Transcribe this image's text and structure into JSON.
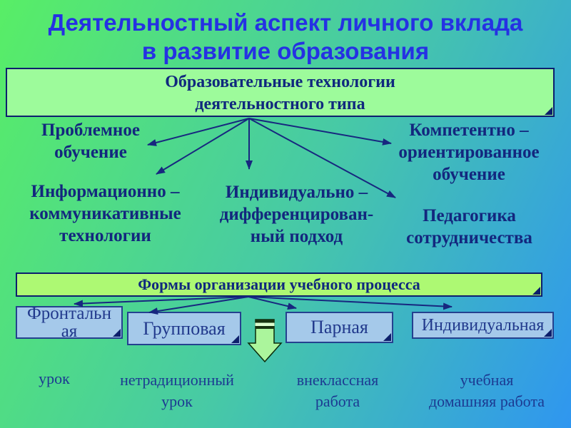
{
  "title": {
    "line1": "Деятельностный аспект личного вклада",
    "line2": "в развитие образования"
  },
  "tech_box": {
    "line1": "Образовательные технологии",
    "line2": "деятельностного типа"
  },
  "tech_items": [
    {
      "name": "problem-learning",
      "lines": [
        "Проблемное",
        "обучение"
      ]
    },
    {
      "name": "info-comm-tech",
      "lines": [
        "Информационно –",
        "коммуникативные",
        "технологии"
      ]
    },
    {
      "name": "individual-diff-approach",
      "lines": [
        "Индивидуально –",
        "дифференцирован-",
        "ный подход"
      ]
    },
    {
      "name": "competence-oriented",
      "lines": [
        "Компетентно –",
        "ориентированное",
        "обучение"
      ]
    },
    {
      "name": "pedagogy-cooperation",
      "lines": [
        "Педагогика",
        "сотрудничества"
      ]
    }
  ],
  "forms_bar": {
    "label": "Формы организации учебного процесса"
  },
  "form_boxes": [
    {
      "label": "Фронтальная"
    },
    {
      "label": "Групповая"
    },
    {
      "label": "Парная"
    },
    {
      "label": "Индивидуальная"
    }
  ],
  "form_notes": [
    {
      "lines": [
        "урок"
      ]
    },
    {
      "lines": [
        "нетрадиционный",
        "урок"
      ]
    },
    {
      "lines": [
        "внеклассная",
        "работа"
      ]
    },
    {
      "lines": [
        "учебная",
        "домашняя работа"
      ]
    }
  ],
  "colors": {
    "title_text": "#2531E3",
    "body_text": "#13277E",
    "green_box_fill": "#9DFB9B",
    "forms_bar_fill": "#ADF973",
    "blue_box_fill": "#A5C9EA",
    "box_border": "#0D1E6E",
    "arrow": "#17277F",
    "big_arrow_fill": "#ABF59C",
    "bg_gradient_start": "#58EE66",
    "bg_gradient_end": "#2F96F0"
  }
}
